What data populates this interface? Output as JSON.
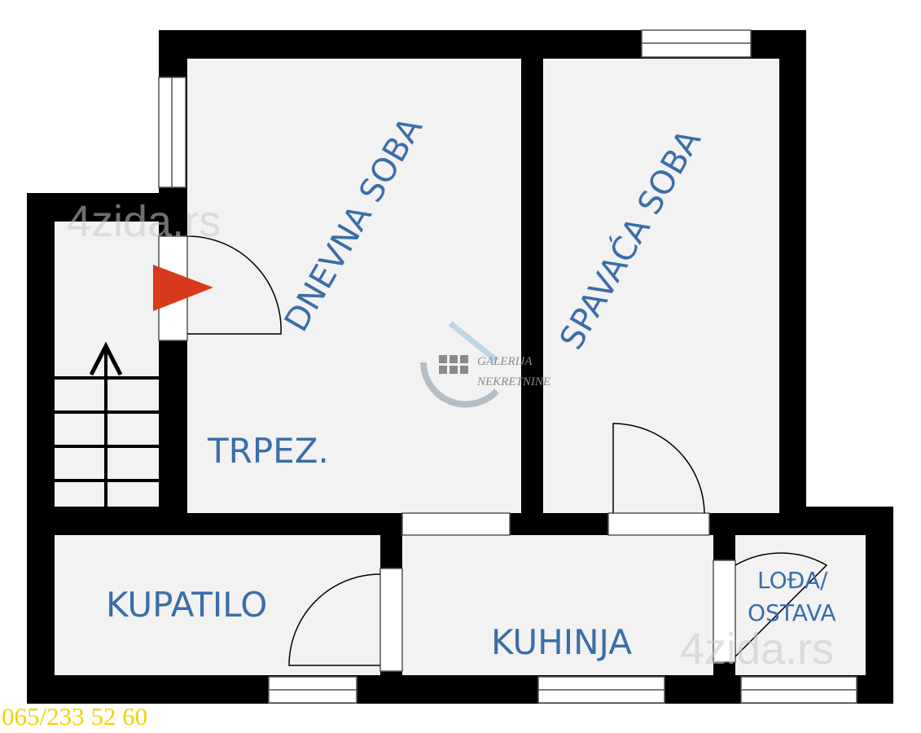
{
  "rooms": {
    "dnevna": "DNEVNA SOBA",
    "spavaca": "SPAVAĆA SOBA",
    "trpez": "TRPEZ.",
    "kupatilo": "KUPATILO",
    "kuhinja": "KUHINJA",
    "lodja_line1": "LOĐA/",
    "lodja_line2": "OSTAVA"
  },
  "watermark": {
    "site": "4zida.rs"
  },
  "logo": {
    "line1": "GALERIJA",
    "line2": "NEKRETNINE"
  },
  "contact": {
    "phone": "065/233 52 60"
  },
  "colors": {
    "wall": "#000000",
    "floor": "#f2f2f2",
    "label": "#3a6ea8",
    "entrance_arrow": "#d9391c",
    "phone": "#f2d200"
  },
  "icons": {
    "entrance": "entrance-arrow-icon",
    "stairs": "stairs-up-arrow-icon",
    "logo": "galerija-nekretnine-logo"
  }
}
